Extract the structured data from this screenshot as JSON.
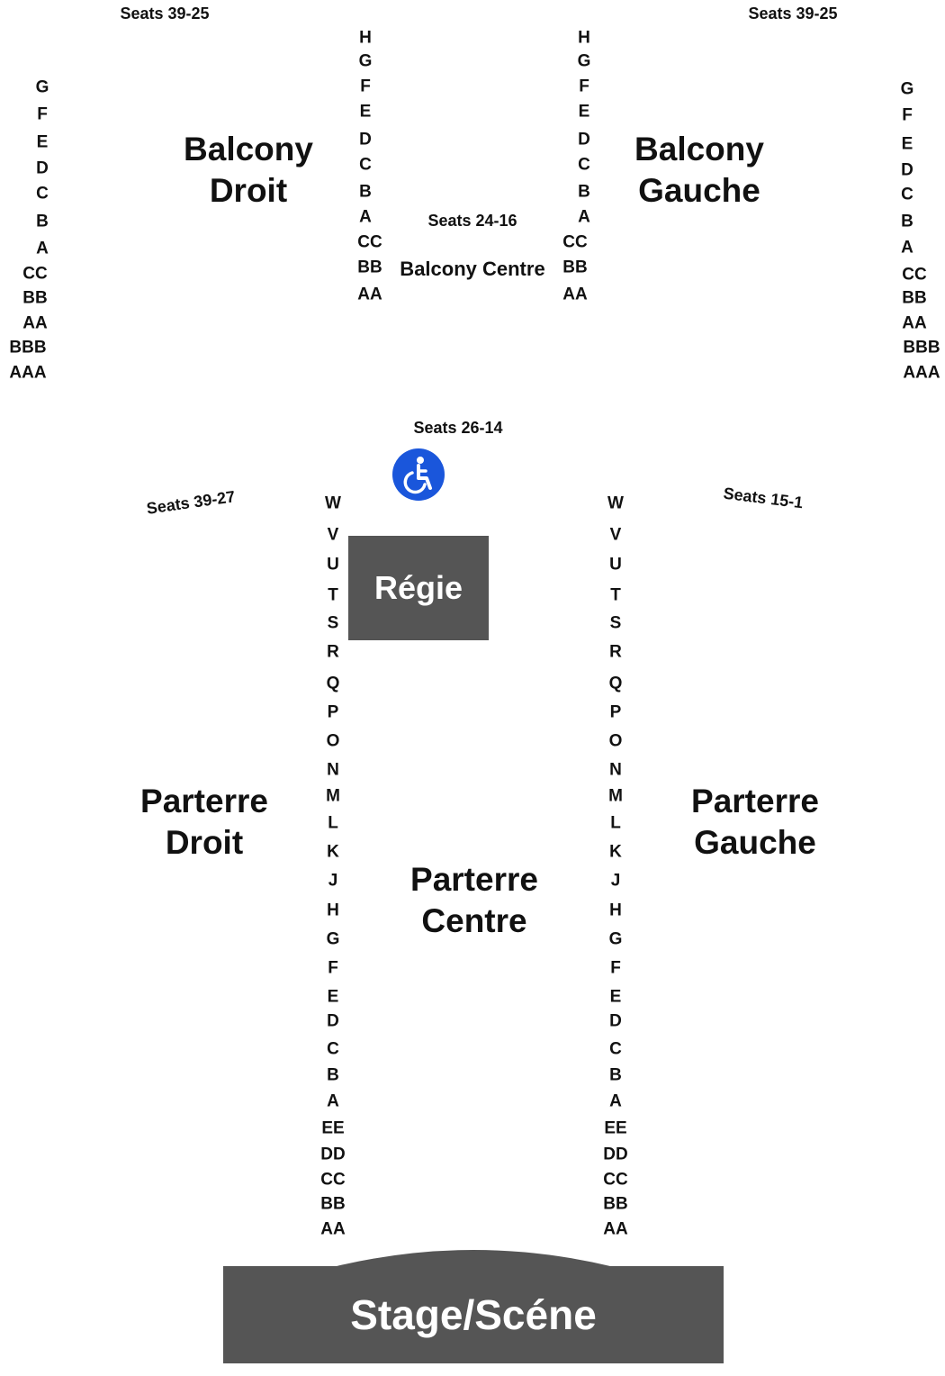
{
  "sections": {
    "balcony_droit": [
      "Balcony",
      "Droit"
    ],
    "balcony_gauche": [
      "Balcony",
      "Gauche"
    ],
    "balcony_centre": "Balcony Centre",
    "parterre_droit": [
      "Parterre",
      "Droit"
    ],
    "parterre_gauche": [
      "Parterre",
      "Gauche"
    ],
    "parterre_centre": [
      "Parterre",
      "Centre"
    ],
    "regie": "Régie",
    "stage": "Stage/Scéne"
  },
  "seat_ranges": {
    "balcony_droit": "Seats 39-25",
    "balcony_gauche": "Seats 39-25",
    "balcony_centre": "Seats 24-16",
    "parterre_centre": "Seats 26-14",
    "parterre_droit": "Seats 39-27",
    "parterre_gauche": "Seats 15-1"
  },
  "rows": {
    "balcony_outer_left": [
      "G",
      "F",
      "E",
      "D",
      "C",
      "B",
      "A",
      "CC",
      "BB",
      "AA",
      "BBB",
      "AAA"
    ],
    "balcony_outer_right": [
      "G",
      "F",
      "E",
      "D",
      "C",
      "B",
      "A",
      "CC",
      "BB",
      "AA",
      "BBB",
      "AAA"
    ],
    "balcony_inner_left": [
      "H",
      "G",
      "F",
      "E",
      "D",
      "C",
      "B",
      "A",
      "CC",
      "BB",
      "AA"
    ],
    "balcony_inner_right": [
      "H",
      "G",
      "F",
      "E",
      "D",
      "C",
      "B",
      "A",
      "CC",
      "BB",
      "AA"
    ],
    "parterre_left": [
      "W",
      "V",
      "U",
      "T",
      "S",
      "R",
      "Q",
      "P",
      "O",
      "N",
      "M",
      "L",
      "K",
      "J",
      "H",
      "G",
      "F",
      "E",
      "D",
      "C",
      "B",
      "A",
      "EE",
      "DD",
      "CC",
      "BB",
      "AA"
    ],
    "parterre_right": [
      "W",
      "V",
      "U",
      "T",
      "S",
      "R",
      "Q",
      "P",
      "O",
      "N",
      "M",
      "L",
      "K",
      "J",
      "H",
      "G",
      "F",
      "E",
      "D",
      "C",
      "B",
      "A",
      "EE",
      "DD",
      "CC",
      "BB",
      "AA"
    ]
  },
  "icons": {
    "accessibility": "wheelchair-icon"
  },
  "colors": {
    "dark_block": "#555555",
    "accessibility_blue": "#1a56db"
  }
}
